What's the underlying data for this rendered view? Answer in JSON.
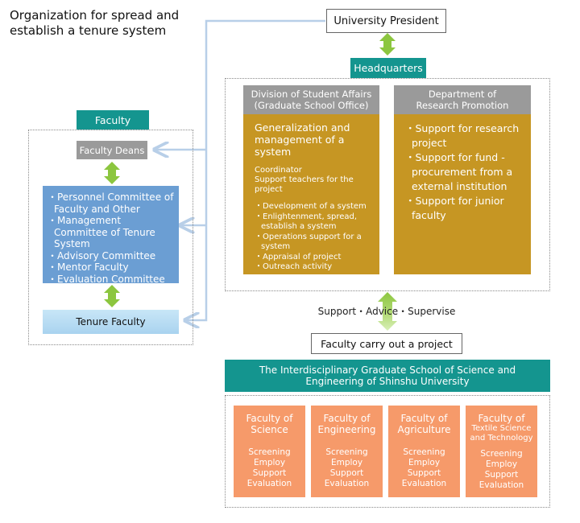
{
  "title": "Organization for spread and\nestablish a tenure system",
  "president": "University President",
  "headquarters": "Headquarters",
  "division": {
    "header_line1": "Division of Student Affairs",
    "header_line2": "(Graduate School Office)",
    "heading": "Generalization and management of a system",
    "coordinator": "Coordinator",
    "coordinator_desc": "Support teachers for the project",
    "bullets": [
      "・Development of a system",
      "・Enlightenment, spread, establish a system",
      "・Operations support for a  system",
      "・Appraisal of project",
      "・Outreach activity"
    ]
  },
  "research": {
    "header_line1": "Department of",
    "header_line2": "Research Promotion",
    "bullets": [
      "・Support for research project",
      "・Support for fund - procurement from a external institution",
      "・Support for junior faculty"
    ]
  },
  "faculty_panel": {
    "label": "Faculty",
    "deans": "Faculty Deans",
    "committees": [
      "・Personnel Committee of Faculty and Other",
      "・Management Committee of Tenure System",
      "・Advisory Committee",
      "・Mentor Faculty",
      "・Evaluation Committee"
    ],
    "tenure": "Tenure Faculty"
  },
  "support_text": "Support・Advice・Supervise",
  "project_label": "Faculty carry out a project",
  "school": "The Interdisciplinary Graduate School of Science and Engineering of Shinshu University",
  "faculties": [
    {
      "name1": "Faculty of",
      "name2": "Science",
      "small": false,
      "tasks": [
        "Screening",
        "Employ",
        "Support",
        "Evaluation"
      ]
    },
    {
      "name1": "Faculty of",
      "name2": "Engineering",
      "small": false,
      "tasks": [
        "Screening",
        "Employ",
        "Support",
        "Evaluation"
      ]
    },
    {
      "name1": "Faculty of",
      "name2": "Agriculture",
      "small": false,
      "tasks": [
        "Screening",
        "Employ",
        "Support",
        "Evaluation"
      ]
    },
    {
      "name1": "Faculty of",
      "name2": "Textile Science and Technology",
      "small": true,
      "tasks": [
        "Screening",
        "Employ",
        "Support",
        "Evaluation"
      ]
    }
  ],
  "colors": {
    "teal": "#14958f",
    "gold": "#c69623",
    "blue": "#6b9ed3",
    "orange": "#f69a6a",
    "gray": "#9a9a9a",
    "arrow_green": "#8cc63f",
    "connector": "#b8cfe8"
  }
}
